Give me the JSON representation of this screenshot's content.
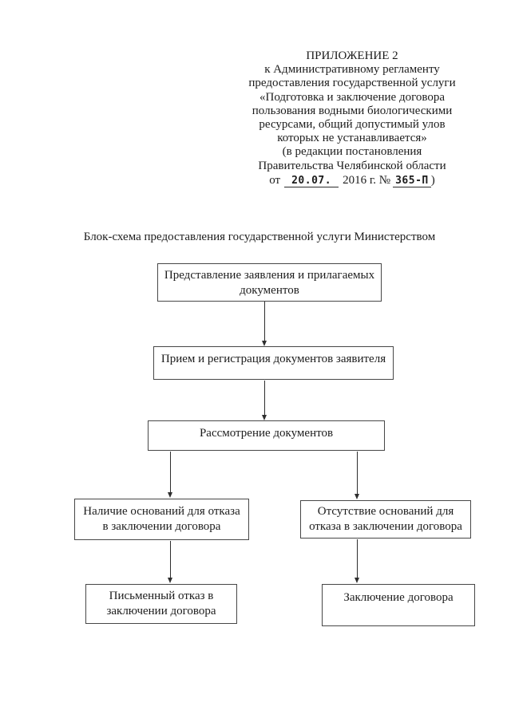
{
  "document": {
    "background": "#ffffff",
    "text_color": "#1c1c1c",
    "box_border_color": "#474747"
  },
  "header": {
    "lines": [
      "ПРИЛОЖЕНИЕ 2",
      "к Административному регламенту",
      "предоставления государственной услуги",
      "«Подготовка и заключение договора",
      "пользования водными биологическими",
      "ресурсами, общий допустимый улов",
      "которых не устанавливается»",
      "(в редакции постановления",
      "Правительства Челябинской области"
    ],
    "date_line": {
      "prefix": "от",
      "date_value": "20.07.",
      "middle": "2016 г. №",
      "number_value": "365-П",
      "suffix": ")"
    }
  },
  "diagram": {
    "title": "Блок-схема предоставления государственной услуги Министерством",
    "nodes": [
      {
        "id": "submission",
        "label": "Представление заявления и прилагаемых документов"
      },
      {
        "id": "intake",
        "label": "Прием и регистрация документов заявителя"
      },
      {
        "id": "review",
        "label": "Рассмотрение документов"
      },
      {
        "id": "refusal-grounds",
        "label": "Наличие оснований для отказа в заключении договора"
      },
      {
        "id": "no-refusal-grounds",
        "label": "Отсутствие оснований для отказа в заключении договора"
      },
      {
        "id": "written-refusal",
        "label": "Письменный отказ в заключении договора"
      },
      {
        "id": "contract-conclusion",
        "label": "Заключение договора"
      }
    ]
  }
}
